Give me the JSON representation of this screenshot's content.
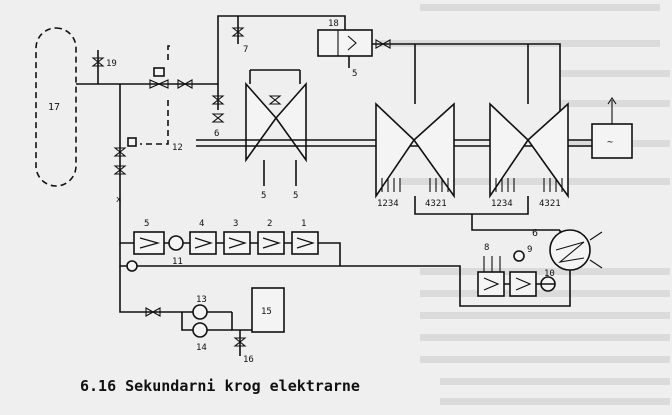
{
  "caption": "6.16 Sekundarni krog elektrarne",
  "labels": {
    "l17": "17",
    "l19": "19",
    "l12": "12",
    "l7": "7",
    "l18": "18",
    "l5_top": "5",
    "l6": "6",
    "l5a": "5",
    "l5b": "5",
    "l1": "1",
    "l2": "2",
    "l3": "3",
    "l4": "4",
    "l5": "5",
    "l11": "11",
    "l8": "8",
    "l9": "9",
    "l10": "10",
    "l6_cond": "6",
    "l13": "13",
    "l14": "14",
    "l15": "15",
    "l16": "16",
    "lx": "x",
    "taps_lp1": "1234",
    "taps_lp1b": "4321",
    "taps_lp2": "1234",
    "taps_lp2b": "4321",
    "gen": "~"
  },
  "colors": {
    "ink": "#111111",
    "paper": "#efefef",
    "ghost": "#c9c9c9"
  }
}
